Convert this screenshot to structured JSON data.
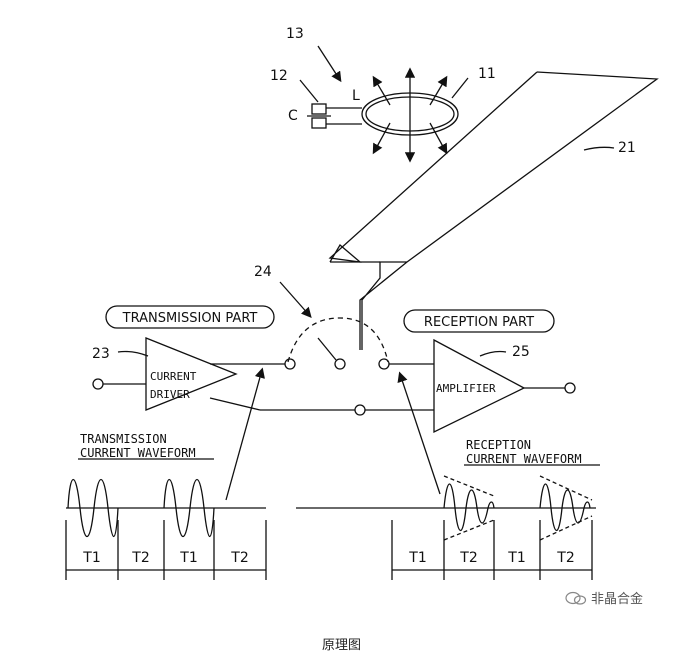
{
  "labels": {
    "ref_13": "13",
    "ref_12": "12",
    "ref_11": "11",
    "ref_21": "21",
    "ref_24": "24",
    "ref_23": "23",
    "ref_25": "25",
    "capacitor": "C",
    "inductor": "L"
  },
  "blocks": {
    "transmission_part": "TRANSMISSION PART",
    "reception_part": "RECEPTION PART",
    "driver_line1": "CURRENT",
    "driver_line2": "DRIVER",
    "amplifier": "AMPLIFIER"
  },
  "waveforms": {
    "transmission_title_1": "TRANSMISSION",
    "transmission_title_2": "CURRENT WAVEFORM",
    "reception_title_1": "RECEPTION",
    "reception_title_2": "CURRENT WAVEFORM",
    "transmission_periods": [
      "T1",
      "T2",
      "T1",
      "T2"
    ],
    "reception_periods": [
      "T1",
      "T2",
      "T1",
      "T2"
    ]
  },
  "watermark": "非晶合金",
  "caption": "原理图"
}
